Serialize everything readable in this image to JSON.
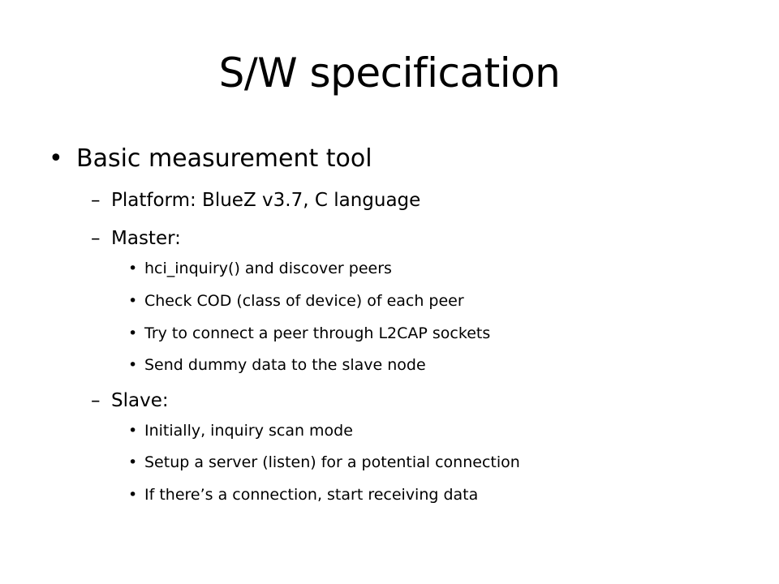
{
  "slide": {
    "title": "S/W specification",
    "bullets": {
      "main": {
        "marker": "•",
        "text": "Basic measurement tool"
      },
      "platform": {
        "marker": "–",
        "text": "Platform: BlueZ v3.7, C language"
      },
      "master": {
        "marker": "–",
        "text": "Master:",
        "items": [
          {
            "marker": "•",
            "text": "hci_inquiry() and discover peers"
          },
          {
            "marker": "•",
            "text": "Check COD (class of device) of each peer"
          },
          {
            "marker": "•",
            "text": "Try to connect a peer through L2CAP sockets"
          },
          {
            "marker": "•",
            "text": "Send dummy data to the slave node"
          }
        ]
      },
      "slave": {
        "marker": "–",
        "text": "Slave:",
        "items": [
          {
            "marker": "•",
            "text": "Initially, inquiry scan mode"
          },
          {
            "marker": "•",
            "text": "Setup a server (listen) for a potential connection"
          },
          {
            "marker": "•",
            "text": "If there’s a connection, start receiving data"
          }
        ]
      }
    }
  }
}
